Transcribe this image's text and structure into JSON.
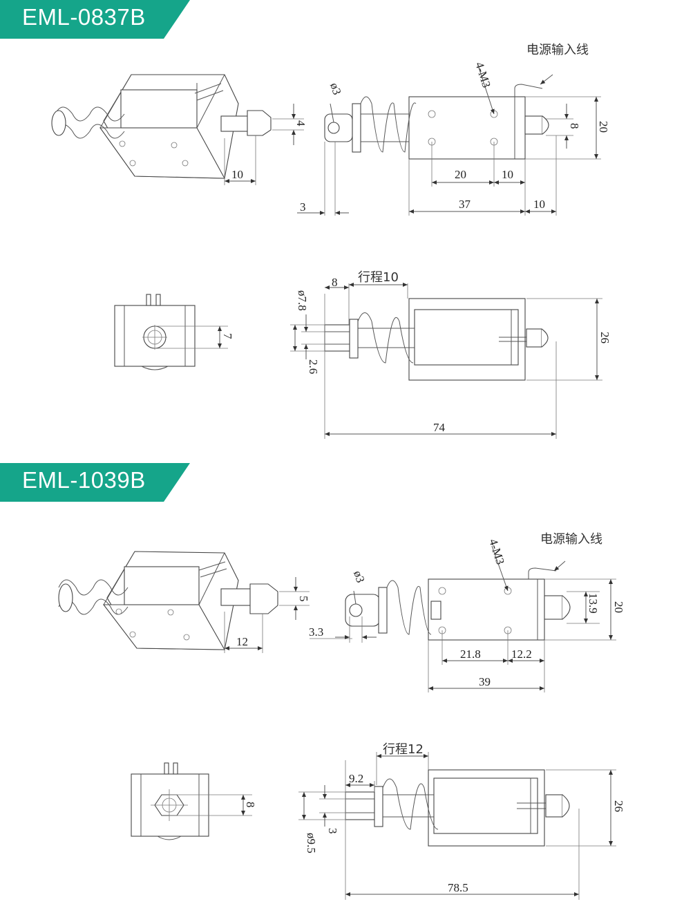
{
  "theme": {
    "accent": "#15a58a"
  },
  "sections": [
    {
      "title": "EML-0837B",
      "power_line_label": "电源输入线",
      "hole_label": "4-M3",
      "phi3": "ø3",
      "d_4": "4",
      "d_10a": "10",
      "d_8": "8",
      "d_20": "20",
      "d_20b": "20",
      "d_10b": "10",
      "d_3": "3",
      "d_37": "37",
      "d_10c": "10",
      "d_7": "7",
      "d_8b": "8",
      "stroke_label": "行程10",
      "phi78": "ø7.8",
      "d_26": "26",
      "d_26b": "2.6",
      "d_74": "74"
    },
    {
      "title": "EML-1039B",
      "power_line_label": "电源输入线",
      "hole_label": "4-M3",
      "phi3": "ø3",
      "d_5": "5",
      "d_12": "12",
      "d_33": "3.3",
      "d_139": "13.9",
      "d_20": "20",
      "d_218": "21.8",
      "d_122": "12.2",
      "d_39": "39",
      "d_8": "8",
      "stroke_label": "行程12",
      "d_92": "9.2",
      "d_3": "3",
      "phi95": "ø9.5",
      "d_26": "26",
      "d_785": "78.5"
    }
  ]
}
